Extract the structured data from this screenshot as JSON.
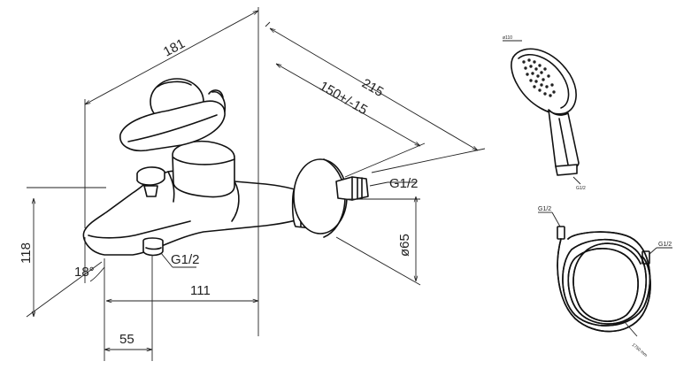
{
  "dimensions": {
    "width_181": "181",
    "length_215": "215",
    "offset_150": "150+/-15",
    "height_118": "118",
    "spout_111": "111",
    "outlet_55": "55",
    "angle_18": "18°",
    "diameter_65": "ø65",
    "thread_inlet": "G1/2",
    "thread_outlet": "G1/2"
  },
  "shower_head": {
    "diameter_label": "ø110",
    "thread_label": "G1/2"
  },
  "hose": {
    "thread_left": "G1/2",
    "thread_right": "G1/2",
    "length_label": "1750 mm"
  }
}
